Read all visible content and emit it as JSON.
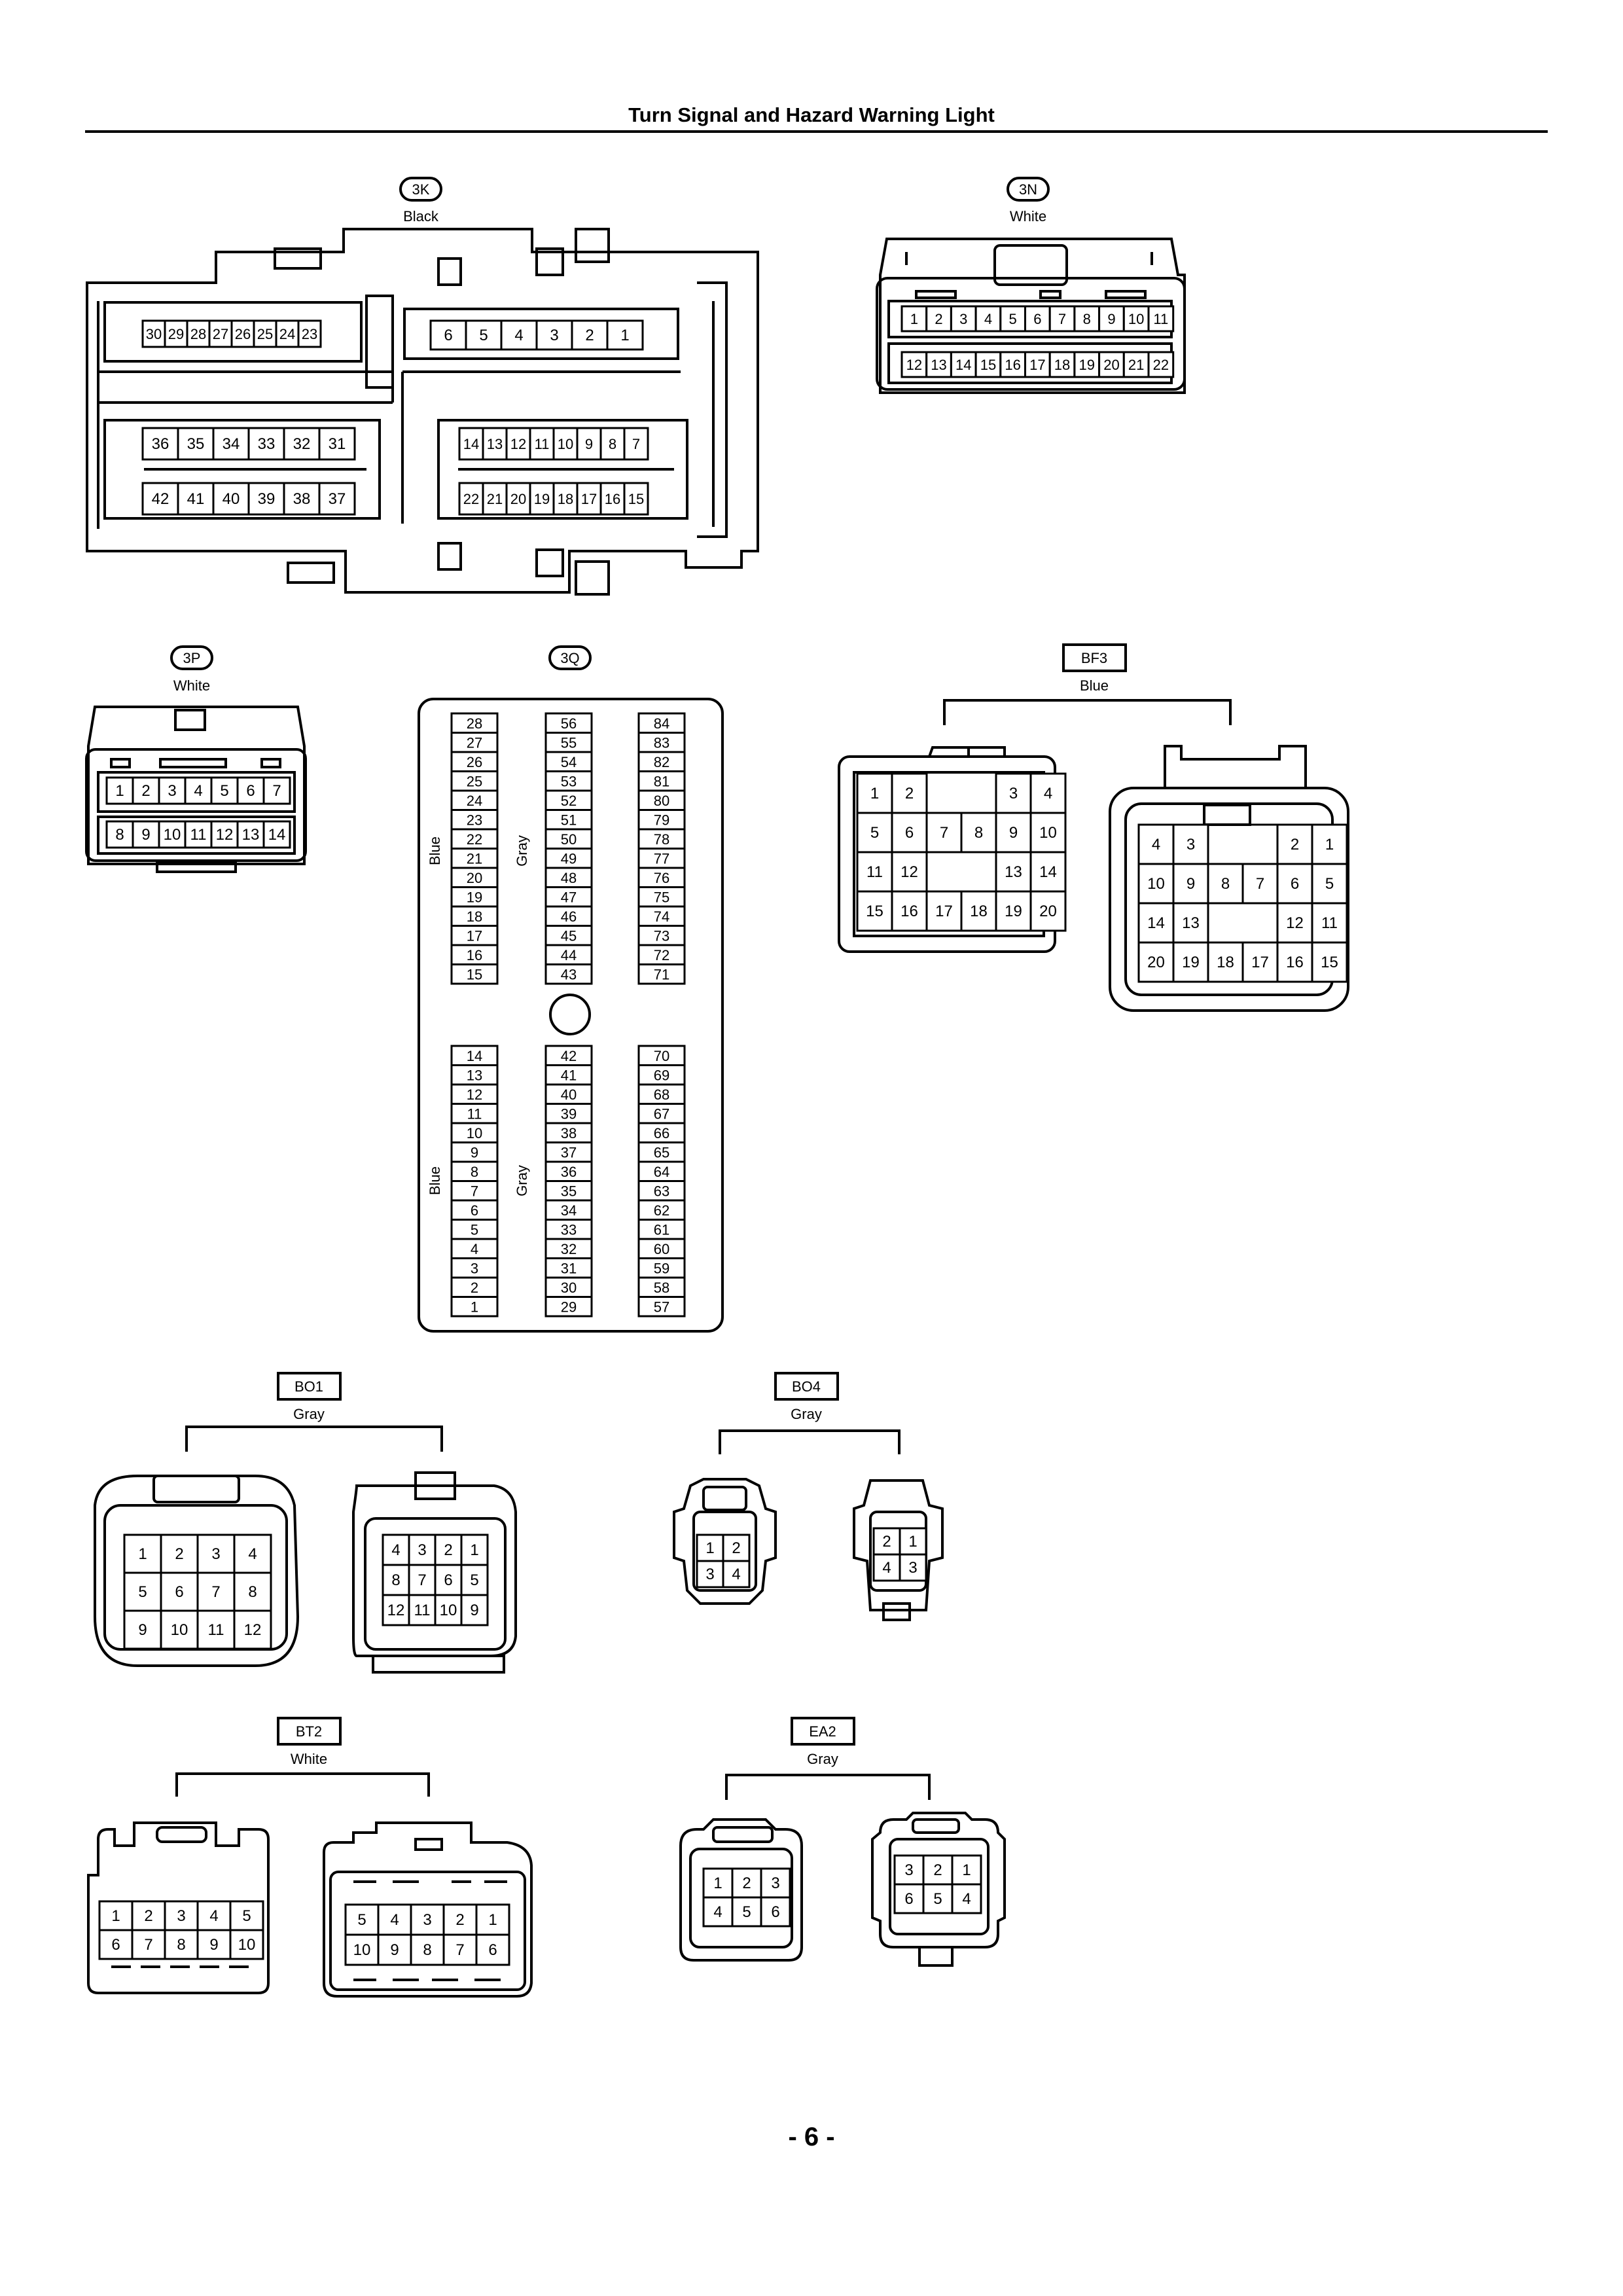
{
  "page": {
    "title": "Turn Signal and Hazard Warning Light",
    "page_number": "- 6 -"
  },
  "connectors": {
    "c3K": {
      "id": "3K",
      "color": "Black",
      "rows": [
        [
          "30",
          "29",
          "28",
          "27",
          "26",
          "25",
          "24",
          "23"
        ],
        [
          "6",
          "5",
          "4",
          "3",
          "2",
          "1"
        ],
        [
          "36",
          "35",
          "34",
          "33",
          "32",
          "31"
        ],
        [
          "14",
          "13",
          "12",
          "11",
          "10",
          "9",
          "8",
          "7"
        ],
        [
          "42",
          "41",
          "40",
          "39",
          "38",
          "37"
        ],
        [
          "22",
          "21",
          "20",
          "19",
          "18",
          "17",
          "16",
          "15"
        ]
      ]
    },
    "c3N": {
      "id": "3N",
      "color": "White",
      "rows": [
        [
          "1",
          "2",
          "3",
          "4",
          "5",
          "6",
          "7",
          "8",
          "9",
          "10",
          "11"
        ],
        [
          "12",
          "13",
          "14",
          "15",
          "16",
          "17",
          "18",
          "19",
          "20",
          "21",
          "22"
        ]
      ]
    },
    "c3P": {
      "id": "3P",
      "color": "White",
      "rows": [
        [
          "1",
          "2",
          "3",
          "4",
          "5",
          "6",
          "7"
        ],
        [
          "8",
          "9",
          "10",
          "11",
          "12",
          "13",
          "14"
        ]
      ]
    },
    "c3Q": {
      "id": "3Q",
      "side_labels": [
        "Blue",
        "Gray",
        "Blue",
        "Gray"
      ],
      "columns": [
        [
          "28",
          "27",
          "26",
          "25",
          "24",
          "23",
          "22",
          "21",
          "20",
          "19",
          "18",
          "17",
          "16",
          "15"
        ],
        [
          "56",
          "55",
          "54",
          "53",
          "52",
          "51",
          "50",
          "49",
          "48",
          "47",
          "46",
          "45",
          "44",
          "43"
        ],
        [
          "84",
          "83",
          "82",
          "81",
          "80",
          "79",
          "78",
          "77",
          "76",
          "75",
          "74",
          "73",
          "72",
          "71"
        ],
        [
          "14",
          "13",
          "12",
          "11",
          "10",
          "9",
          "8",
          "7",
          "6",
          "5",
          "4",
          "3",
          "2",
          "1"
        ],
        [
          "42",
          "41",
          "40",
          "39",
          "38",
          "37",
          "36",
          "35",
          "34",
          "33",
          "32",
          "31",
          "30",
          "29"
        ],
        [
          "70",
          "69",
          "68",
          "67",
          "66",
          "65",
          "64",
          "63",
          "62",
          "61",
          "60",
          "59",
          "58",
          "57"
        ]
      ]
    },
    "cBF3": {
      "id": "BF3",
      "color": "Blue",
      "left": [
        [
          "1",
          "2",
          "",
          "",
          "3",
          "4"
        ],
        [
          "5",
          "6",
          "7",
          "8",
          "9",
          "10"
        ],
        [
          "11",
          "12",
          "",
          "",
          "13",
          "14"
        ],
        [
          "15",
          "16",
          "17",
          "18",
          "19",
          "20"
        ]
      ],
      "right": [
        [
          "4",
          "3",
          "",
          "",
          "2",
          "1"
        ],
        [
          "10",
          "9",
          "8",
          "7",
          "6",
          "5"
        ],
        [
          "14",
          "13",
          "",
          "",
          "12",
          "11"
        ],
        [
          "20",
          "19",
          "18",
          "17",
          "16",
          "15"
        ]
      ]
    },
    "cBO1": {
      "id": "BO1",
      "color": "Gray",
      "left": [
        [
          "1",
          "2",
          "3",
          "4"
        ],
        [
          "5",
          "6",
          "7",
          "8"
        ],
        [
          "9",
          "10",
          "11",
          "12"
        ]
      ],
      "right": [
        [
          "4",
          "3",
          "2",
          "1"
        ],
        [
          "8",
          "7",
          "6",
          "5"
        ],
        [
          "12",
          "11",
          "10",
          "9"
        ]
      ]
    },
    "cBO4": {
      "id": "BO4",
      "color": "Gray",
      "left": [
        [
          "1",
          "2"
        ],
        [
          "3",
          "4"
        ]
      ],
      "right": [
        [
          "2",
          "1"
        ],
        [
          "4",
          "3"
        ]
      ]
    },
    "cBT2": {
      "id": "BT2",
      "color": "White",
      "left": [
        [
          "1",
          "2",
          "3",
          "4",
          "5"
        ],
        [
          "6",
          "7",
          "8",
          "9",
          "10"
        ]
      ],
      "right": [
        [
          "5",
          "4",
          "3",
          "2",
          "1"
        ],
        [
          "10",
          "9",
          "8",
          "7",
          "6"
        ]
      ]
    },
    "cEA2": {
      "id": "EA2",
      "color": "Gray",
      "left": [
        [
          "1",
          "2",
          "3"
        ],
        [
          "4",
          "5",
          "6"
        ]
      ],
      "right": [
        [
          "3",
          "2",
          "1"
        ],
        [
          "6",
          "5",
          "4"
        ]
      ]
    }
  }
}
